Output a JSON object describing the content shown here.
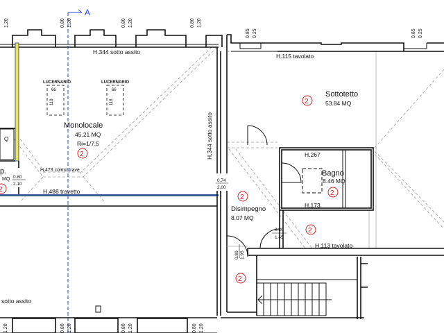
{
  "section_marker": {
    "label": "A",
    "color": "#2244dd"
  },
  "top_dims": [
    {
      "a": "1.20"
    },
    {
      "a": "0.80",
      "b": "1.20"
    },
    {
      "a": "0.80",
      "b": "1.20"
    },
    {
      "a": "0.80",
      "b": "1.20"
    },
    {
      "a": "0.85",
      "b": "0.25"
    },
    {
      "a": "0.85",
      "b": "0.25"
    }
  ],
  "bottom_dims": [
    {
      "a": "1.20"
    },
    {
      "a": "0.80",
      "b": "1.20"
    },
    {
      "a": "0.80",
      "b": "1.20"
    },
    {
      "a": "0.80",
      "b": "1.20"
    }
  ],
  "rooms": {
    "monolocale": {
      "name": "Monolocale",
      "area": "45.21 MQ",
      "ratio": "Ri=1/7,5",
      "code": "2"
    },
    "sottotetto": {
      "name": "Sottotetto",
      "area": "53.84 MQ",
      "code": "2"
    },
    "bagno": {
      "name": "Bagno",
      "area": "8.46 MQ",
      "code": "2",
      "h_top": "H.267",
      "h_bottom": "H.173"
    },
    "disimpegno": {
      "name": "Disimpegno",
      "area": "8.07 MQ",
      "code": "2"
    },
    "left_room": {
      "name": "p.",
      "area": "MQ",
      "code": "2"
    },
    "under_bagno": {
      "code": "2"
    },
    "stairs": {
      "code": "2"
    }
  },
  "skylights": [
    {
      "label": "LUCERNARIO",
      "w": "66",
      "h": "118"
    },
    {
      "label": "LUCERNARIO",
      "w": "66",
      "h": "118"
    }
  ],
  "heights": {
    "h344_top": "H.344 sotto assito",
    "h344_side": "H.344 sotto assito",
    "h473": "H.473 colmo trave",
    "h488": "H.488 travetto",
    "h115": "H.115 tavolato",
    "h113": "H.113 tavolato",
    "bottom_left": "sotto assito"
  },
  "doors": [
    {
      "w": "0.80",
      "h": "2.10"
    },
    {
      "w": "0.74",
      "h": "2.00"
    },
    {
      "w": "0.80",
      "h": "1.45"
    },
    {
      "w": "0.80",
      "h": "1.95"
    }
  ],
  "colors": {
    "yellow_wall": "#f2e640",
    "blue_wall": "#3a5f9a",
    "room_code": "#d42020"
  }
}
